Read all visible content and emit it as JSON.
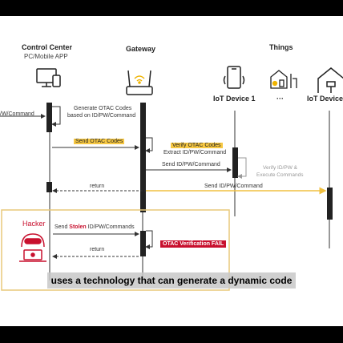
{
  "actors": {
    "control_center": {
      "title": "Control Center",
      "subtitle": "PC/Mobile APP"
    },
    "gateway": {
      "title": "Gateway"
    },
    "things": {
      "title": "Things"
    },
    "iot1": {
      "title": "IoT Device 1"
    },
    "iot_dots": "···",
    "iot_n": {
      "title": "IoT Device"
    }
  },
  "messages": {
    "left_cmd": "/W/Command",
    "generate_line1": "Generate OTAC Codes",
    "generate_line2": "based on ID/PW/Command",
    "send_otac": "Send OTAC Codes",
    "verify_otac": "Verify OTAC Codes",
    "extract": "Extract ID/PW/Command",
    "send_idpw": "Send ID/PW/Command",
    "verify_exec_line1": "Verify ID/PW &",
    "verify_exec_line2": "Execute Commands",
    "return_cc": "return",
    "send_idpw_n": "Send ID/PW/Command",
    "hacker": "Hacker",
    "send_stolen_pre": "Send ",
    "send_stolen_bold": "Stolen",
    "send_stolen_post": " ID/PW/Commands",
    "otac_fail": "OTAC Verification FAIL",
    "return_hacker": "return"
  },
  "caption": "uses a technology that can generate a dynamic code",
  "colors": {
    "accent": "#f7c843",
    "alert": "#c8102e",
    "line": "#333333",
    "hacker_box": "#e8c97a"
  }
}
